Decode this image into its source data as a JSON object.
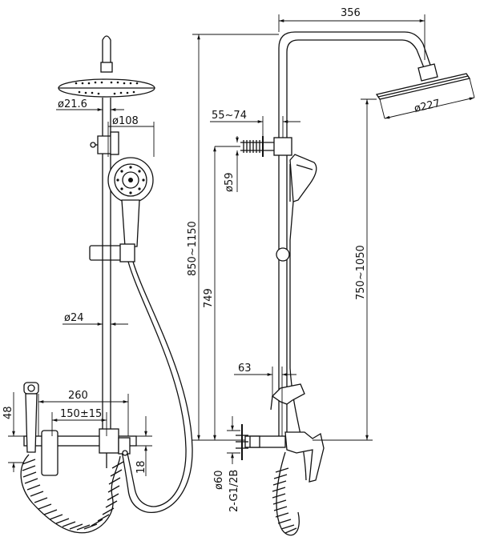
{
  "dimensions": {
    "arm_length": "356",
    "head_dia_side": "ø227",
    "head_dia_front": "ø21.6",
    "handshower_dia": "ø108",
    "wall_bracket_dist": "55~74",
    "bracket_dia": "ø59",
    "riser_height": "850~1150",
    "slider_height": "749",
    "head_height": "750~1050",
    "tube_dia": "ø24",
    "spout_offset": "63",
    "mixer_width": "260",
    "centers": "150±15",
    "spray_height": "48",
    "inlet_offset": "18",
    "escutcheon_dia": "ø60",
    "thread": "2-G1/2B"
  }
}
